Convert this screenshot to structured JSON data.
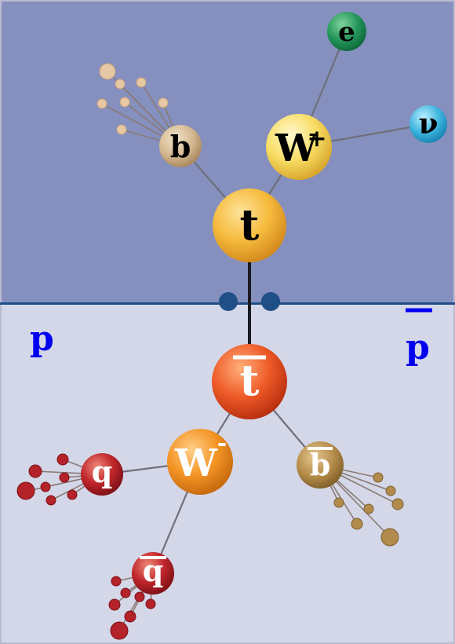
{
  "colors": {
    "upper_bg": "#8590bf",
    "lower_bg": "#d4d7e8",
    "beam_line": "#1f4f86",
    "beam_label": "#0000ee",
    "jet_line": "#6f6f78"
  },
  "beams": {
    "left": "p",
    "right": "p"
  },
  "particles": {
    "t": "t",
    "b": "b",
    "w_plus": "W",
    "w_plus_sign": "+",
    "e": "e",
    "nu": "ν",
    "tbar": "t",
    "w_minus": "W",
    "w_minus_sign": "-",
    "bbar": "b",
    "q": "q",
    "qbar": "q"
  }
}
